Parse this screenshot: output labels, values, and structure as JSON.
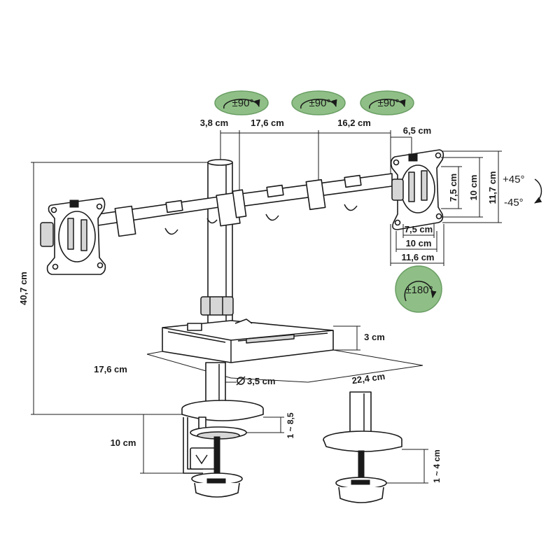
{
  "colors": {
    "badge_fill": "#8fbf86",
    "badge_stroke": "#6a9e64",
    "line": "#1a1a1a",
    "metal_light": "#d6d6d6"
  },
  "icons": {
    "rotation": "rotation-arrow-icon",
    "tilt": "tilt-arrow-icon",
    "diameter": "diameter-icon"
  },
  "badges": {
    "left_rotation": "±90°",
    "middle_rotation": "±90°",
    "right_rotation": "±90°",
    "swivel": "±180°"
  },
  "tilt": {
    "up": "+45°",
    "down": "-45°"
  },
  "dimensions": {
    "pole_offset": "3,8 cm",
    "arm_inner": "17,6 cm",
    "arm_outer": "16,2 cm",
    "plate_depth": "6,5 cm",
    "vesa_height_small": "7,5 cm",
    "vesa_height_large": "10 cm",
    "plate_height": "11,7 cm",
    "vesa_width_small": "7,5 cm",
    "vesa_width_large": "10 cm",
    "plate_width": "11,6 cm",
    "total_height": "40,7 cm",
    "tray_height": "3 cm",
    "tray_depth": "17,6 cm",
    "tray_width": "22,4 cm",
    "pole_diameter": "3,5 cm",
    "clamp_reach": "10 cm",
    "clamp_range": "1 ~ 8,5",
    "grommet_range": "1 ~ 4 cm"
  }
}
